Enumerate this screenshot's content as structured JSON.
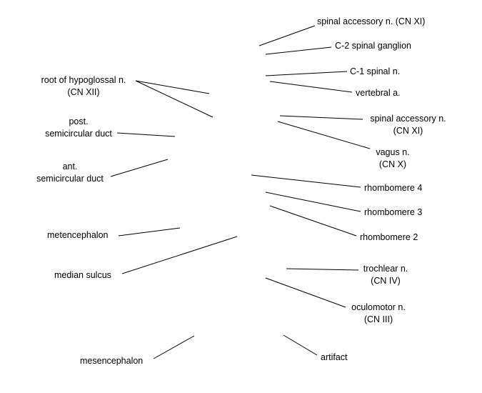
{
  "colors": {
    "background": "#ffffff",
    "text": "#000000",
    "leader_line": "#000000"
  },
  "labels": {
    "spinal_accessory_top": "spinal accessory n. (CN XI)",
    "c2_spinal_ganglion": "C-2 spinal ganglion",
    "c1_spinal_n": "C-1 spinal n.",
    "vertebral_a": "vertebral a.",
    "spinal_accessory_2_line1": "spinal accessory n.",
    "spinal_accessory_2_line2": "(CN XI)",
    "vagus_line1": "vagus n.",
    "vagus_line2": "(CN X)",
    "rhombomere_4": "rhombomere 4",
    "rhombomere_3": "rhombomere 3",
    "rhombomere_2": "rhombomere 2",
    "trochlear_line1": "trochlear n.",
    "trochlear_line2": "(CN IV)",
    "oculomotor_line1": "oculomotor n.",
    "oculomotor_line2": "(CN III)",
    "artifact": "artifact",
    "hypoglossal_line1": "root of hypoglossal n.",
    "hypoglossal_line2": "(CN XII)",
    "post_sc_line1": "post.",
    "post_sc_line2": "semicircular duct",
    "ant_sc_line1": "ant.",
    "ant_sc_line2": "semicircular duct",
    "metencephalon": "metencephalon",
    "median_sulcus": "median sulcus",
    "mesencephalon": "mesencephalon"
  }
}
